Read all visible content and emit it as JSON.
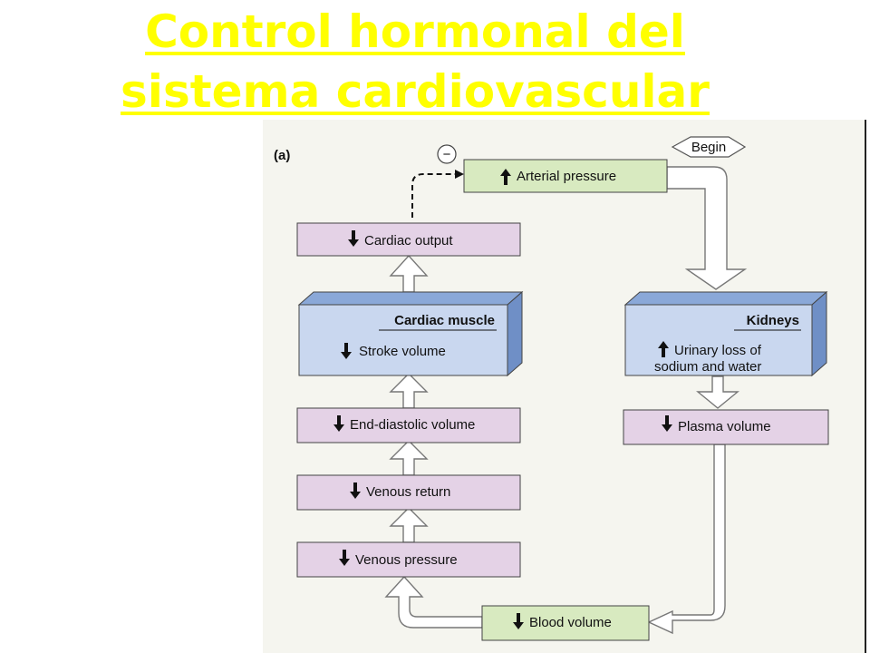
{
  "title": {
    "line1": "Control hormonal del",
    "line2": "sistema cardiovascular"
  },
  "figure": {
    "panel_label": "(a)",
    "begin_label": "Begin",
    "inhibit_sign": "−",
    "arrows": {
      "up": "up-arrow-icon",
      "down": "down-arrow-icon"
    },
    "colors": {
      "green_box": "#d8eac0",
      "pink_box": "#e4d2e6",
      "blue_face": "#c9d7ef",
      "blue_top": "#8aa8d8",
      "blue_side": "#6f8fc6",
      "flow_arrow_fill": "#ffffff",
      "flow_arrow_stroke": "#777777"
    },
    "boxes": {
      "arterial_pressure": {
        "direction": "up",
        "label": "Arterial pressure"
      },
      "cardiac_output": {
        "direction": "down",
        "label": "Cardiac output"
      },
      "cardiac_muscle": {
        "title": "Cardiac muscle",
        "direction": "down",
        "label": "Stroke volume"
      },
      "kidneys": {
        "title": "Kidneys",
        "direction": "up",
        "label_line1": "Urinary loss of",
        "label_line2": "sodium and water"
      },
      "plasma_volume": {
        "direction": "down",
        "label": "Plasma volume"
      },
      "end_diastolic_volume": {
        "direction": "down",
        "label": "End-diastolic volume"
      },
      "venous_return": {
        "direction": "down",
        "label": "Venous return"
      },
      "venous_pressure": {
        "direction": "down",
        "label": "Venous pressure"
      },
      "blood_volume": {
        "direction": "down",
        "label": "Blood volume"
      }
    }
  }
}
